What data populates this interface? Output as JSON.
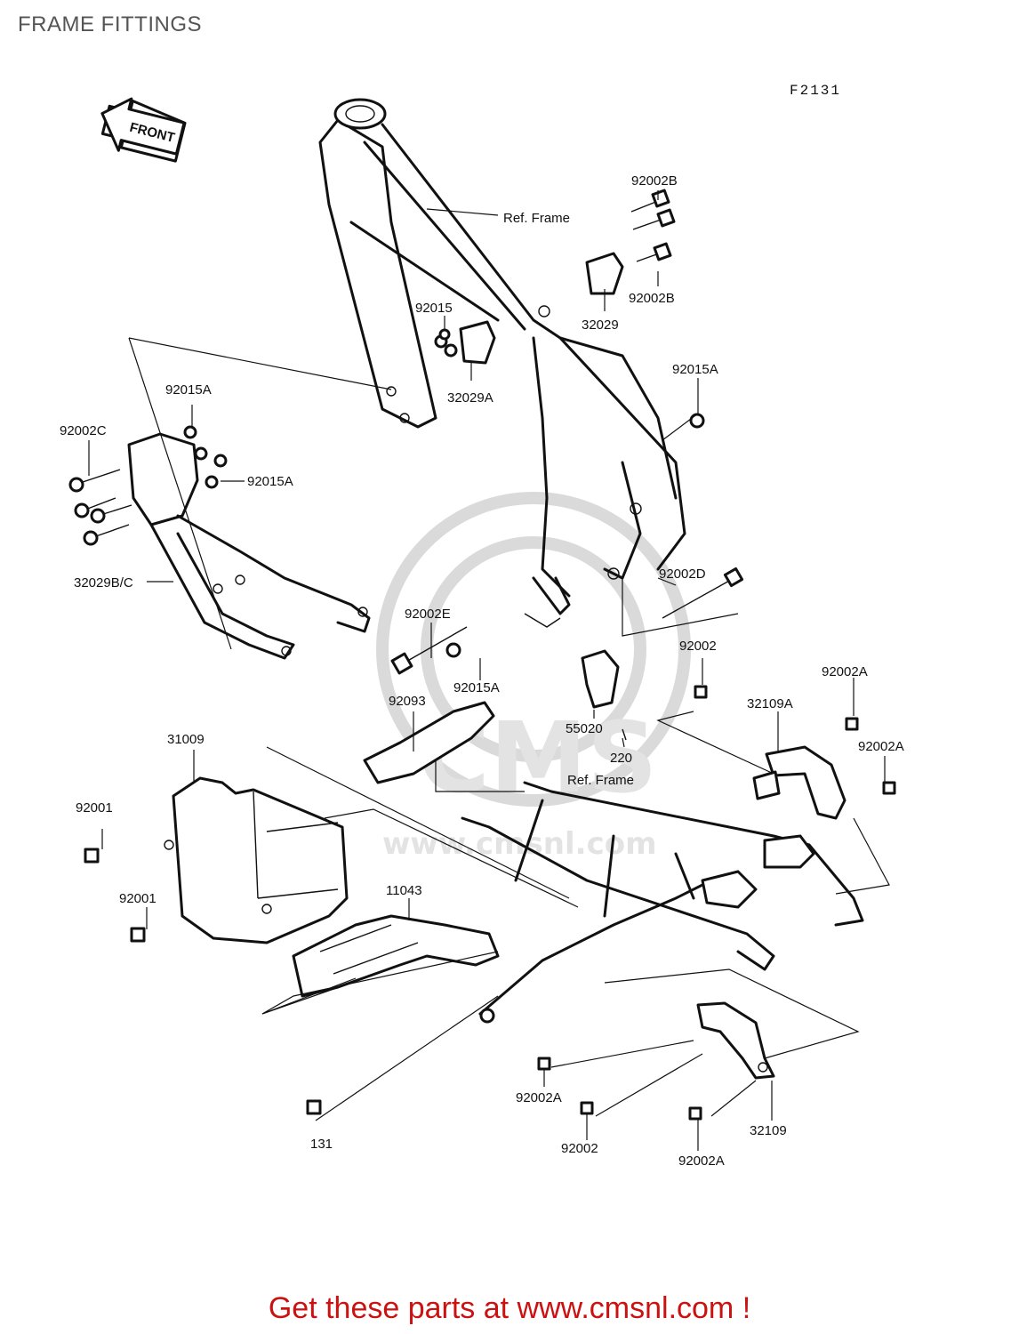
{
  "page": {
    "title": "FRAME FITTINGS",
    "figure_code": "F2131",
    "direction_label": "FRONT",
    "watermark": "www.cmsnl.com",
    "watermark_logo": "CMS",
    "footer_link": "Get these parts at www.cmsnl.com !"
  },
  "colors": {
    "footer": "#cc1111",
    "ink": "#111111",
    "watermark": "#dadada"
  },
  "callouts": {
    "ref_frame_top": "Ref. Frame",
    "ref_frame_lower": "Ref. Frame",
    "p92002B_top": "92002B",
    "p92002B_mid": "92002B",
    "p32029": "32029",
    "p92015": "92015",
    "p32029A": "32029A",
    "p92015A_right": "92015A",
    "p92015A_left_top": "92015A",
    "p92015A_left_mid": "92015A",
    "p92002C": "92002C",
    "p32029BC": "32029B/C",
    "p92002D": "92002D",
    "p92002E": "92002E",
    "p92015A_center": "92015A",
    "p92002_center": "92002",
    "p92002A_right_top": "92002A",
    "p32109A": "32109A",
    "p92002A_right_mid": "92002A",
    "p92093": "92093",
    "p55020": "55020",
    "p220": "220",
    "p31009": "31009",
    "p92001_top": "92001",
    "p92001_bottom": "92001",
    "p11043": "11043",
    "p131": "131",
    "p92002A_bottom_left": "92002A",
    "p92002_bottom": "92002",
    "p32109": "32109",
    "p92002A_bottom_right": "92002A"
  }
}
